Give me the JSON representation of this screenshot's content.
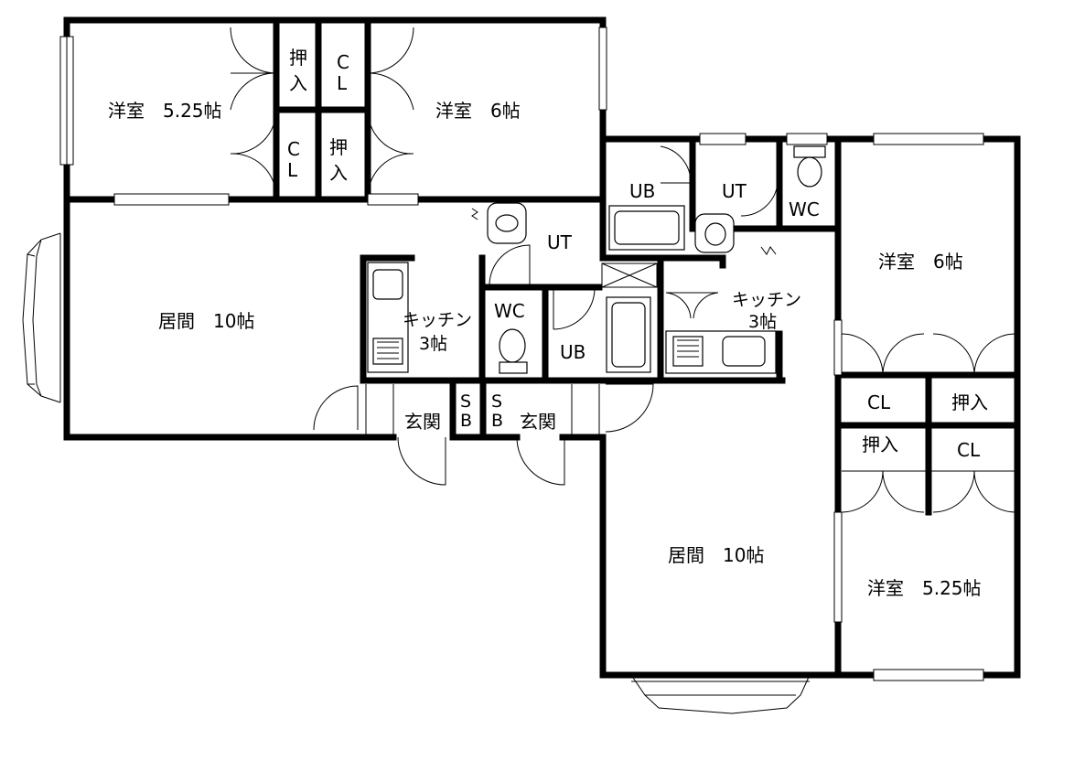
{
  "rooms": {
    "left_western_a": "洋室　5.25帖",
    "left_western_b": "洋室　6帖",
    "left_oshiire_a": [
      "押",
      "入"
    ],
    "left_cl_a": [
      "C",
      "L"
    ],
    "left_cl_b": [
      "C",
      "L"
    ],
    "left_oshiire_b": [
      "押",
      "入"
    ],
    "left_living": "居間　10帖",
    "left_kitchen": [
      "キッチン",
      "3帖"
    ],
    "left_ut": "UT",
    "left_wc": "WC",
    "left_ub": "UB",
    "left_entrance": "玄関",
    "left_sb": [
      "S",
      "B"
    ],
    "right_ub": "UB",
    "right_ut": "UT",
    "right_wc": "WC",
    "right_kitchen": [
      "キッチン",
      "3帖"
    ],
    "right_sb": [
      "S",
      "B"
    ],
    "right_entrance": "玄関",
    "right_western_a": "洋室　6帖",
    "right_cl_a": "CL",
    "right_oshiire_a": "押入",
    "right_oshiire_b": "押入",
    "right_cl_b": "CL",
    "right_living": "居間　10帖",
    "right_western_b": "洋室　5.25帖"
  },
  "colors": {
    "wall": "#000000",
    "background": "#ffffff"
  }
}
